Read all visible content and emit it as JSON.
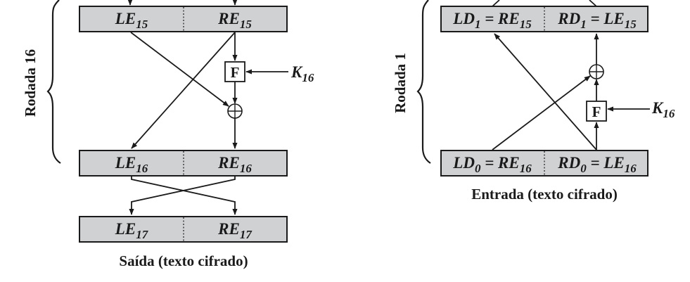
{
  "left": {
    "round_label": "Rodada 16",
    "top_box": {
      "left": {
        "base": "LE",
        "sub": "15"
      },
      "right": {
        "base": "RE",
        "sub": "15"
      }
    },
    "mid_box": {
      "left": {
        "base": "LE",
        "sub": "16"
      },
      "right": {
        "base": "RE",
        "sub": "16"
      }
    },
    "bottom_box": {
      "left": {
        "base": "LE",
        "sub": "17"
      },
      "right": {
        "base": "RE",
        "sub": "17"
      }
    },
    "f_label": "F",
    "key": {
      "base": "K",
      "sub": "16"
    },
    "caption": "Saída (texto cifrado)"
  },
  "right": {
    "round_label": "Rodada 1",
    "top_box": {
      "left": {
        "p1": "LD",
        "s1": "1",
        "p2": " = RE",
        "s2": "15"
      },
      "right": {
        "p1": "RD",
        "s1": "1",
        "p2": " = LE",
        "s2": "15"
      }
    },
    "bottom_box": {
      "left": {
        "p1": "LD",
        "s1": "0",
        "p2": " = RE",
        "s2": "16"
      },
      "right": {
        "p1": "RD",
        "s1": "0",
        "p2": " = LE",
        "s2": "16"
      }
    },
    "f_label": "F",
    "key": {
      "base": "K",
      "sub": "16"
    },
    "caption": "Entrada (texto cifrado)"
  }
}
